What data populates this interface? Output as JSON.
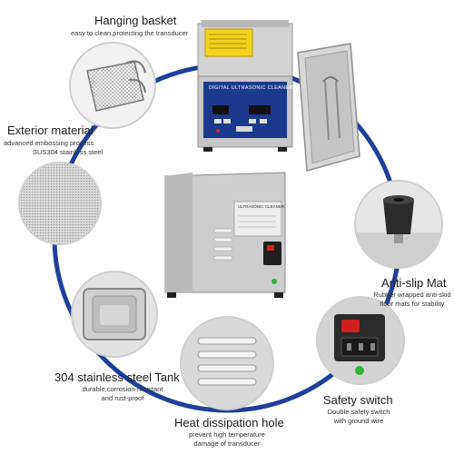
{
  "features": {
    "hanging_basket": {
      "title": "Hanging basket",
      "desc": "easy to clean,protecting the transducer"
    },
    "exterior_material": {
      "title": "Exterior material",
      "desc_line1": "advanced embossing process",
      "desc_line2": "SUS304 stainless steel"
    },
    "tank": {
      "title": "304 stainless steel Tank",
      "desc_line1": "durable,corrosion-resistant",
      "desc_line2": "and rust-proof"
    },
    "heat": {
      "title": "Heat dissipation hole",
      "desc_line1": "prevent high temperature",
      "desc_line2": "damage of transducer"
    },
    "safety": {
      "title": "Safety switch",
      "desc_line1": "Double safety switch",
      "desc_line2": "with ground wire"
    },
    "antislip": {
      "title": "Anti-slip Mat",
      "desc_line1": "Rubber wrapped anti-skid",
      "desc_line2": "floor mats for stability"
    }
  },
  "device": {
    "panel_title": "DIGITAL ULTRASONIC CLEANER",
    "rear_label": "ULTRASONIC CLEANER"
  },
  "colors": {
    "ring": "#1f3f9a",
    "panel": "#1c3a8c",
    "led": "#e02020",
    "steel": "#c9c9c9"
  }
}
